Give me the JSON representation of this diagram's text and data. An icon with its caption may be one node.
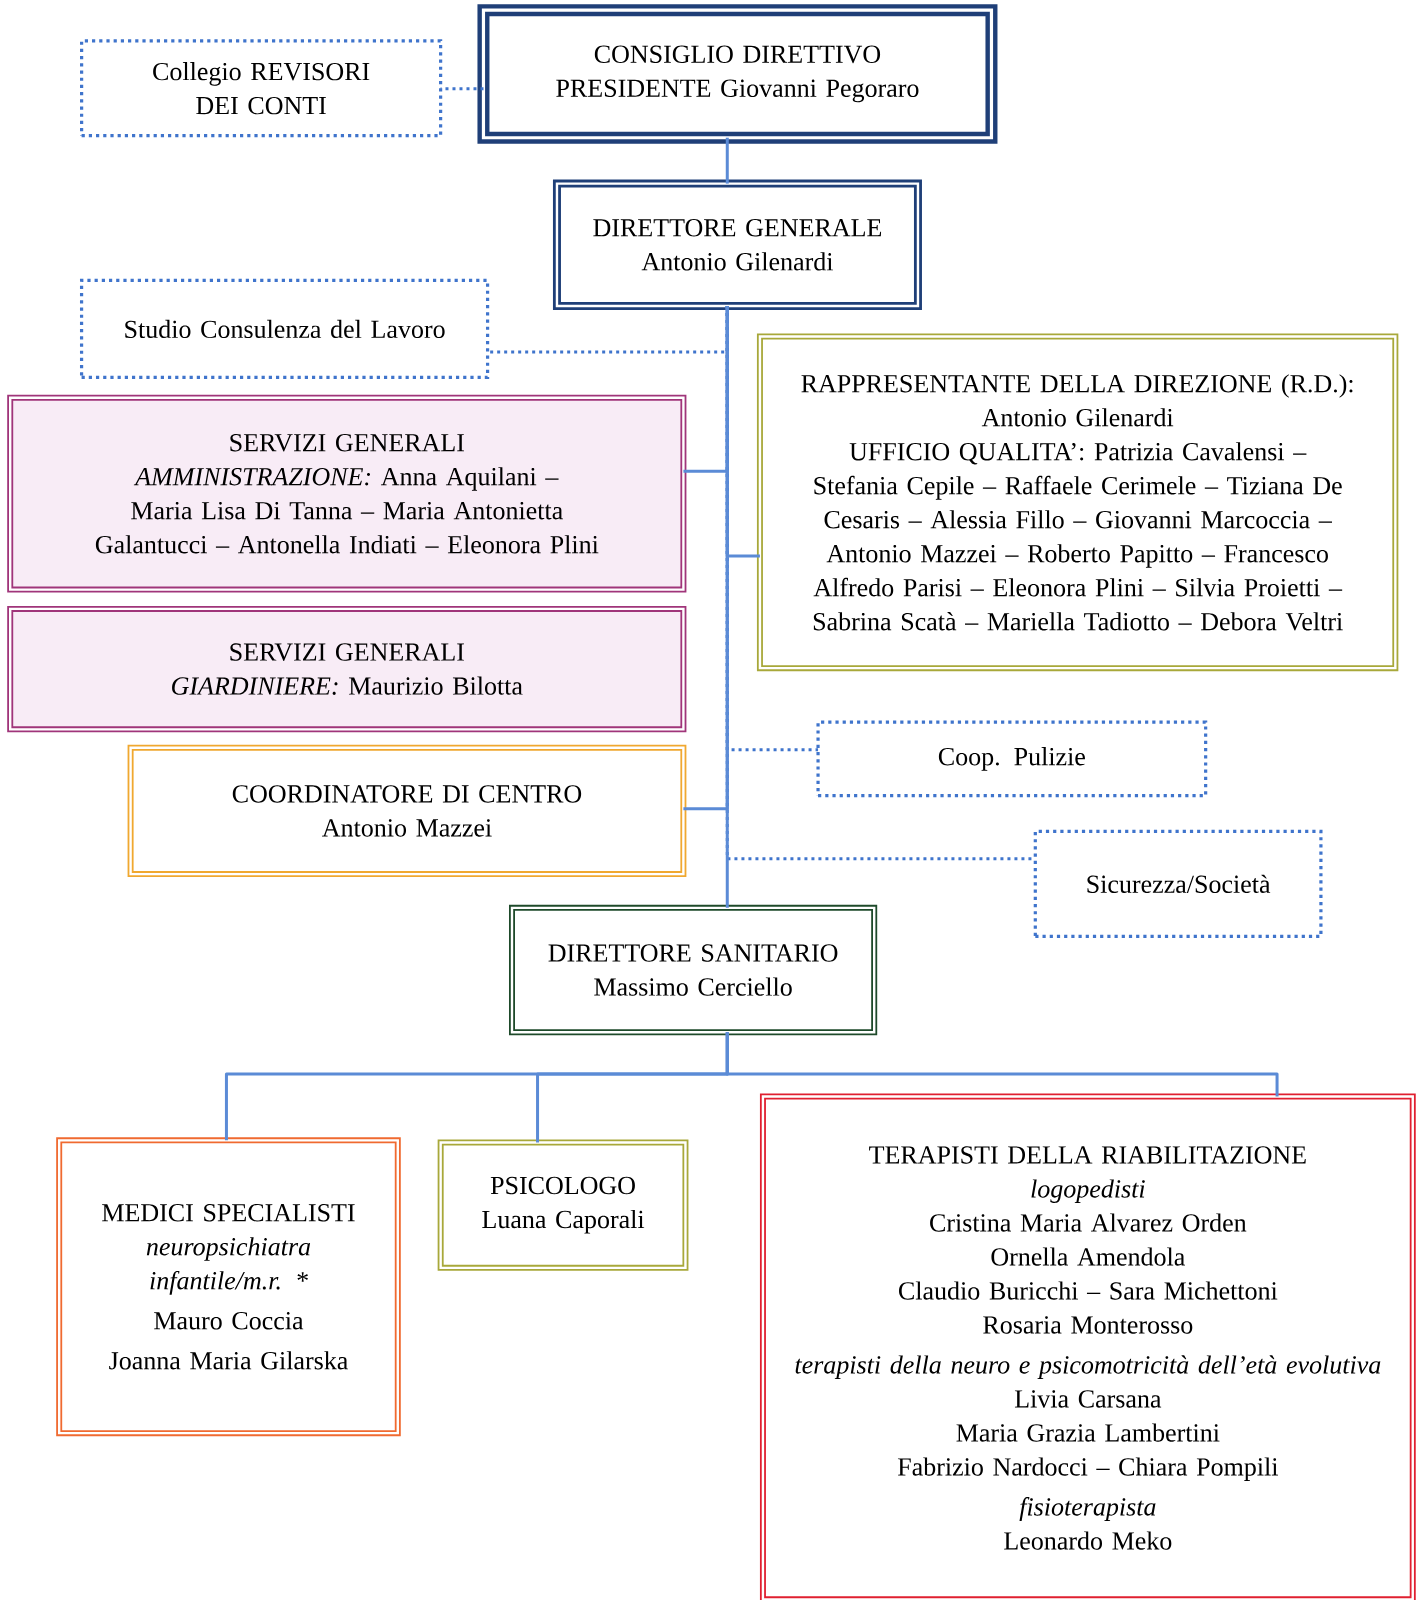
{
  "diagram": {
    "nodes": [
      {
        "text": [
          "CONSIGLIO DIRETTIVO",
          "PRESIDENTE Giovanni Pegoraro"
        ]
      },
      {
        "text": [
          "Collegio REVISORI DEI CONTI"
        ]
      },
      {
        "text": [
          "DIRETTORE GENERALE",
          "Antonio Gilenardi"
        ]
      },
      {
        "text": [
          "Studio Consulenza del Lavoro"
        ]
      },
      {
        "text": [
          "SERVIZI GENERALI",
          "*AMMINISTRAZIONE:* Anna Aquilani – Maria Lisa Di Tanna – Maria Antonietta Galantucci – Antonella Indiati – Eleonora Plini"
        ]
      },
      {
        "text": [
          "RAPPRESENTANTE DELLA DIREZIONE (R.D.):",
          "Antonio Gilenardi",
          "UFFICIO QUALITA’: Patrizia Cavalensi – Stefania Cepile – Raffaele Cerimele – Tiziana De Cesaris – Alessia Fillo – Giovanni Marcoccia – Antonio Mazzei – Roberto Papitto – Francesco Alfredo Parisi – Eleonora Plini – Silvia Proietti – Sabrina Scatà – Mariella Tadiotto – Debora Veltri"
        ]
      },
      {
        "text": [
          "SERVIZI GENERALI",
          "*GIARDINIERE:* Maurizio Bilotta"
        ]
      },
      {
        "text": [
          "Coop. Pulizie"
        ]
      },
      {
        "text": [
          "COORDINATORE DI CENTRO",
          "Antonio Mazzei"
        ]
      },
      {
        "text": [
          "Sicurezza/Società"
        ]
      },
      {
        "text": [
          "DIRETTORE SANITARIO",
          "Massimo Cerciello"
        ]
      },
      {
        "text": [
          "MEDICI SPECIALISTI",
          "neuropsichiatra infantile/m.r. *",
          "Mauro Coccia",
          "Joanna Maria Gilarska"
        ]
      },
      {
        "text": [
          "PSICOLOGO",
          "Luana Caporali"
        ]
      },
      {
        "text": [
          "TERAPISTI DELLA RIABILITAZIONE",
          "logopedisti",
          "Cristina Maria Alvarez Orden",
          "Ornella Amendola",
          "Claudio Buricchi – Sara Michettoni",
          "Rosaria Monterosso",
          "terapisti della neuro e psicomotricità dell’età evolutiva",
          "Livia Carsana",
          "Maria Grazia Lambertini",
          "Fabrizio Nardocci – Chiara Pompili",
          "fisioterapista",
          "Leonardo Meko"
        ]
      }
    ],
    "edges": [
      {
        "from": 1,
        "to": 0,
        "arrow": "none",
        "style": "dashed"
      },
      {
        "from": 0,
        "to": 2,
        "arrow": "none"
      },
      {
        "from": 2,
        "to": 3,
        "arrow": "none",
        "style": "dashed"
      },
      {
        "from": 2,
        "to": 4,
        "arrow": "none"
      },
      {
        "from": 2,
        "to": 5,
        "arrow": "none"
      },
      {
        "from": 2,
        "to": 7,
        "arrow": "none",
        "style": "dashed"
      },
      {
        "from": 2,
        "to": 8,
        "arrow": "none"
      },
      {
        "from": 2,
        "to": 9,
        "arrow": "none",
        "style": "dashed"
      },
      {
        "from": 2,
        "to": 10,
        "arrow": "none"
      },
      {
        "from": 10,
        "to": 11,
        "arrow": "none"
      },
      {
        "from": 10,
        "to": 12,
        "arrow": "none"
      },
      {
        "from": 10,
        "to": 13,
        "arrow": "none"
      }
    ]
  }
}
